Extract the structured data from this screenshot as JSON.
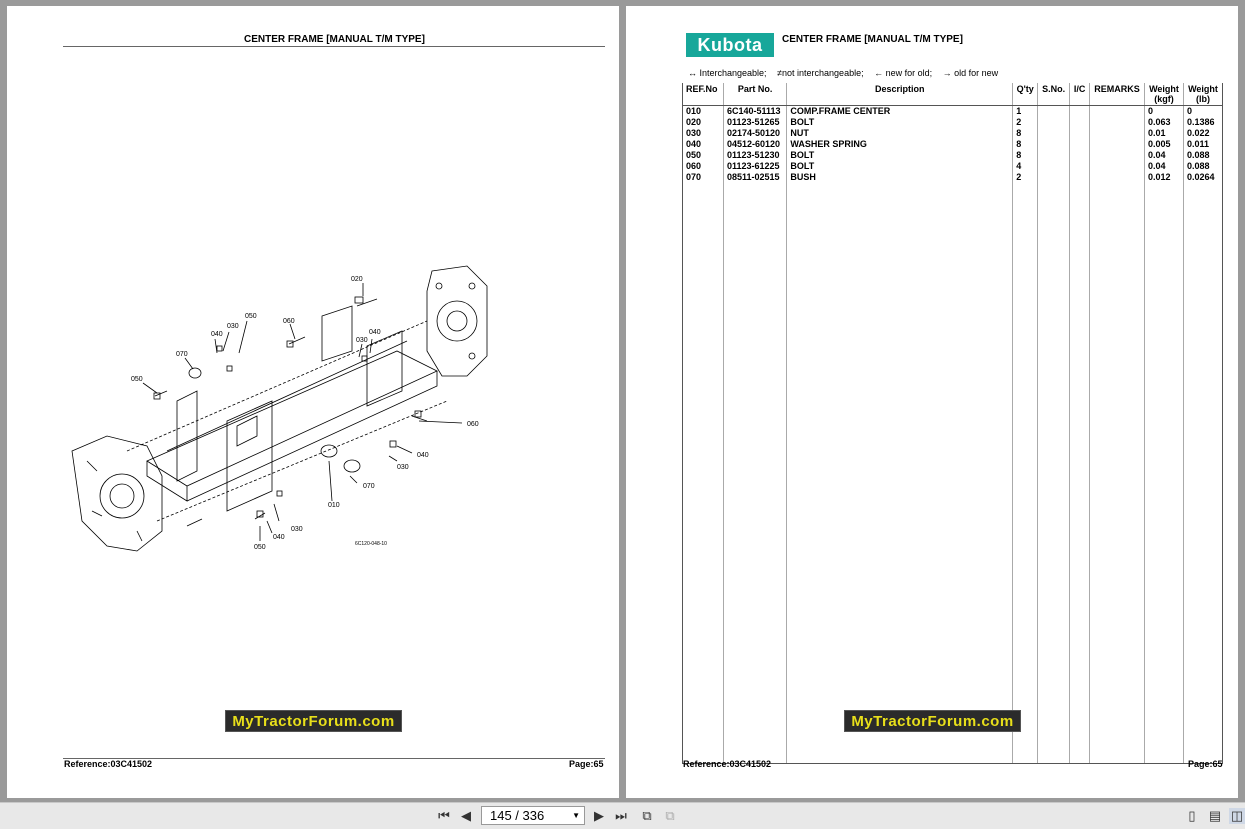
{
  "left_page": {
    "title": "CENTER FRAME [MANUAL T/M TYPE]",
    "reference": "Reference:03C41502",
    "page": "Page:65",
    "watermark": "MyTractorForum.com",
    "diagram": {
      "callouts": [
        "020",
        "050",
        "060",
        "040",
        "030",
        "070",
        "050",
        "040",
        "030",
        "060",
        "040",
        "030",
        "070",
        "010",
        "030",
        "040",
        "050"
      ],
      "figure_code": "6C120-048-10"
    }
  },
  "right_page": {
    "logo": "Kubota",
    "title": "CENTER FRAME [MANUAL T/M TYPE]",
    "legend": [
      "↔ Interchangeable;",
      "≠not interchangeable;",
      "← new for old;",
      "→ old for new"
    ],
    "table": {
      "headers": [
        "REF.No",
        "Part No.",
        "Description",
        "Q'ty",
        "S.No.",
        "I/C",
        "REMARKS",
        "Weight (kgf)",
        "Weight (lb)"
      ],
      "rows": [
        [
          "010",
          "6C140-51113",
          "COMP.FRAME CENTER",
          "1",
          "",
          "",
          "",
          "0",
          "0"
        ],
        [
          "020",
          "01123-51265",
          "BOLT",
          "2",
          "",
          "",
          "",
          "0.063",
          "0.1386"
        ],
        [
          "030",
          "02174-50120",
          "NUT",
          "8",
          "",
          "",
          "",
          "0.01",
          "0.022"
        ],
        [
          "040",
          "04512-60120",
          "WASHER SPRING",
          "8",
          "",
          "",
          "",
          "0.005",
          "0.011"
        ],
        [
          "050",
          "01123-51230",
          "BOLT",
          "8",
          "",
          "",
          "",
          "0.04",
          "0.088"
        ],
        [
          "060",
          "01123-61225",
          "BOLT",
          "4",
          "",
          "",
          "",
          "0.04",
          "0.088"
        ],
        [
          "070",
          "08511-02515",
          "BUSH",
          "2",
          "",
          "",
          "",
          "0.012",
          "0.0264"
        ]
      ]
    },
    "reference": "Reference:03C41502",
    "page": "Page:65",
    "watermark": "MyTractorForum.com"
  },
  "toolbar": {
    "page_indicator": "145 / 336",
    "icons": [
      "first-page-icon",
      "prev-page-icon",
      "next-page-icon",
      "last-page-icon",
      "rotate-icon",
      "fit-icon",
      "single-page-icon",
      "continuous-icon",
      "two-page-icon"
    ]
  }
}
